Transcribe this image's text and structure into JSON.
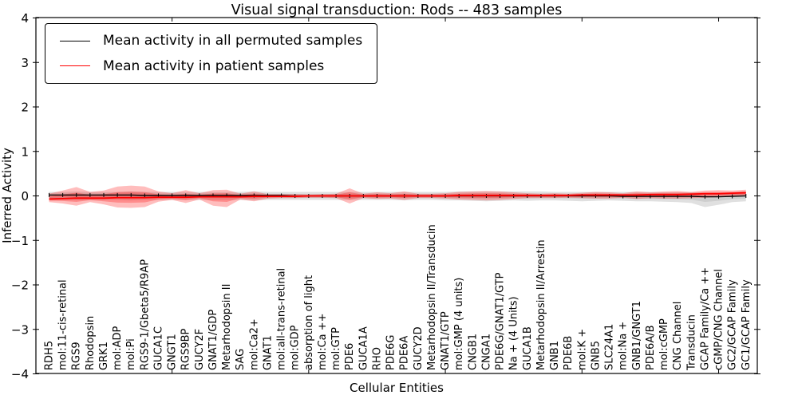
{
  "chart_data": {
    "type": "line",
    "title": "Visual signal transduction: Rods -- 483 samples",
    "xlabel": "Cellular Entities",
    "ylabel": "Inferred Activity",
    "ylim": [
      -4,
      4
    ],
    "grid": false,
    "legend_position": "upper left",
    "yticks": [
      -4,
      -3,
      -2,
      -1,
      0,
      1,
      2,
      3,
      4
    ],
    "yticklabels": [
      "−4",
      "−3",
      "−2",
      "−1",
      "0",
      "1",
      "2",
      "3",
      "4"
    ],
    "xtick_positions": [
      9,
      19,
      29,
      39,
      49
    ],
    "categories": [
      "RDH5",
      "mol:11-cis-retinal",
      "RGS9",
      "Rhodopsin",
      "GRK1",
      "mol:ADP",
      "mol:Pi",
      "RGS9-1/Gbeta5/R9AP",
      "GUCA1C",
      "GNGT1",
      "RGS9BP",
      "GUCY2F",
      "GNAT1/GDP",
      "Metarhodopsin II",
      "SAG",
      "mol:Ca2+",
      "GNAT1",
      "mol:all-trans-retinal",
      "mol:GDP",
      "absorption of light",
      "mol:Ca ++",
      "mol:GTP",
      "PDE6",
      "GUCA1A",
      "RHO",
      "PDE6G",
      "PDE6A",
      "GUCY2D",
      "Metarhodopsin II/Transducin",
      "GNAT1/GTP",
      "mol:GMP (4 units)",
      "CNGB1",
      "CNGA1",
      "PDE6G/GNAT1/GTP",
      "Na + (4 Units)",
      "GUCA1B",
      "Metarhodopsin II/Arrestin",
      "GNB1",
      "PDE6B",
      "mol:K +",
      "GNB5",
      "SLC24A1",
      "mol:Na +",
      "GNB1/GNGT1",
      "PDE6A/B",
      "mol:cGMP",
      "CNG Channel",
      "Transducin",
      "GCAP Family/Ca ++",
      "cGMP/CNG Channel",
      "GC2/GCAP Family",
      "GC1/GCAP Family"
    ],
    "series": [
      {
        "name": "Mean activity in all permuted samples",
        "color": "#000000",
        "band_color": "#888888",
        "mean": [
          0.02,
          0.02,
          0.02,
          0.02,
          0.02,
          0.02,
          0.02,
          0.01,
          0.01,
          0.01,
          0.01,
          0.01,
          0.01,
          0.01,
          0.01,
          0.01,
          0.01,
          0.01,
          0,
          0,
          0,
          0,
          0,
          0,
          0,
          0,
          0,
          0,
          0,
          0,
          0,
          0,
          0,
          0,
          0,
          0,
          0,
          0,
          0,
          0,
          0,
          0,
          -0.01,
          -0.01,
          -0.01,
          -0.01,
          -0.01,
          -0.01,
          -0.02,
          -0.02,
          -0.01,
          0
        ],
        "band_top": [
          0.09,
          0.09,
          0.1,
          0.09,
          0.09,
          0.09,
          0.1,
          0.09,
          0.09,
          0.09,
          0.09,
          0.09,
          0.09,
          0.09,
          0.09,
          0.1,
          0.09,
          0.09,
          0.09,
          0.09,
          0.09,
          0.09,
          0.09,
          0.09,
          0.09,
          0.09,
          0.09,
          0.09,
          0.09,
          0.09,
          0.1,
          0.1,
          0.1,
          0.1,
          0.1,
          0.1,
          0.1,
          0.09,
          0.09,
          0.09,
          0.09,
          0.09,
          0.09,
          0.09,
          0.09,
          0.08,
          0.08,
          0.08,
          0.07,
          0.07,
          0.08,
          0.1
        ],
        "band_bottom": [
          -0.1,
          -0.09,
          -0.1,
          -0.09,
          -0.09,
          -0.09,
          -0.1,
          -0.09,
          -0.09,
          -0.09,
          -0.09,
          -0.09,
          -0.09,
          -0.09,
          -0.09,
          -0.1,
          -0.09,
          -0.09,
          -0.09,
          -0.09,
          -0.09,
          -0.09,
          -0.09,
          -0.09,
          -0.09,
          -0.09,
          -0.1,
          -0.09,
          -0.09,
          -0.1,
          -0.1,
          -0.11,
          -0.12,
          -0.11,
          -0.1,
          -0.11,
          -0.1,
          -0.1,
          -0.11,
          -0.12,
          -0.11,
          -0.1,
          -0.11,
          -0.12,
          -0.12,
          -0.13,
          -0.14,
          -0.16,
          -0.25,
          -0.2,
          -0.14,
          -0.12
        ]
      },
      {
        "name": "Mean activity in patient samples",
        "color": "#ff0000",
        "band_color": "#ff0000",
        "mean": [
          -0.07,
          -0.06,
          -0.05,
          -0.05,
          -0.05,
          -0.04,
          -0.04,
          -0.04,
          -0.03,
          -0.03,
          -0.03,
          -0.02,
          -0.02,
          -0.02,
          -0.02,
          -0.01,
          -0.01,
          -0.01,
          -0.01,
          0,
          0,
          0,
          0,
          0,
          0,
          0,
          0,
          0,
          0,
          0,
          0.01,
          0.01,
          0.01,
          0.01,
          0.01,
          0.01,
          0.01,
          0.01,
          0.01,
          0.02,
          0.02,
          0.02,
          0.02,
          0.02,
          0.03,
          0.03,
          0.03,
          0.04,
          0.05,
          0.05,
          0.06,
          0.07
        ],
        "band_top": [
          0.05,
          0.12,
          0.2,
          0.09,
          0.12,
          0.21,
          0.23,
          0.21,
          0.1,
          0.06,
          0.13,
          0.06,
          0.13,
          0.14,
          0.05,
          0.1,
          0.04,
          0.04,
          0.04,
          0.03,
          0.04,
          0.05,
          0.17,
          0.05,
          0.08,
          0.06,
          0.1,
          0.05,
          0.05,
          0.06,
          0.09,
          0.1,
          0.11,
          0.1,
          0.08,
          0.06,
          0.05,
          0.06,
          0.05,
          0.07,
          0.09,
          0.08,
          0.06,
          0.1,
          0.08,
          0.1,
          0.11,
          0.09,
          0.12,
          0.13,
          0.12,
          0.14
        ],
        "band_bottom": [
          -0.14,
          -0.17,
          -0.22,
          -0.14,
          -0.19,
          -0.26,
          -0.27,
          -0.25,
          -0.13,
          -0.09,
          -0.16,
          -0.08,
          -0.22,
          -0.25,
          -0.08,
          -0.12,
          -0.06,
          -0.05,
          -0.05,
          -0.04,
          -0.04,
          -0.05,
          -0.17,
          -0.05,
          -0.07,
          -0.06,
          -0.09,
          -0.05,
          -0.05,
          -0.06,
          -0.08,
          -0.09,
          -0.1,
          -0.09,
          -0.07,
          -0.05,
          -0.05,
          -0.05,
          -0.04,
          -0.05,
          -0.06,
          -0.06,
          -0.04,
          -0.07,
          -0.05,
          -0.06,
          -0.06,
          -0.05,
          -0.04,
          -0.03,
          -0.02,
          -0.01
        ]
      }
    ]
  }
}
